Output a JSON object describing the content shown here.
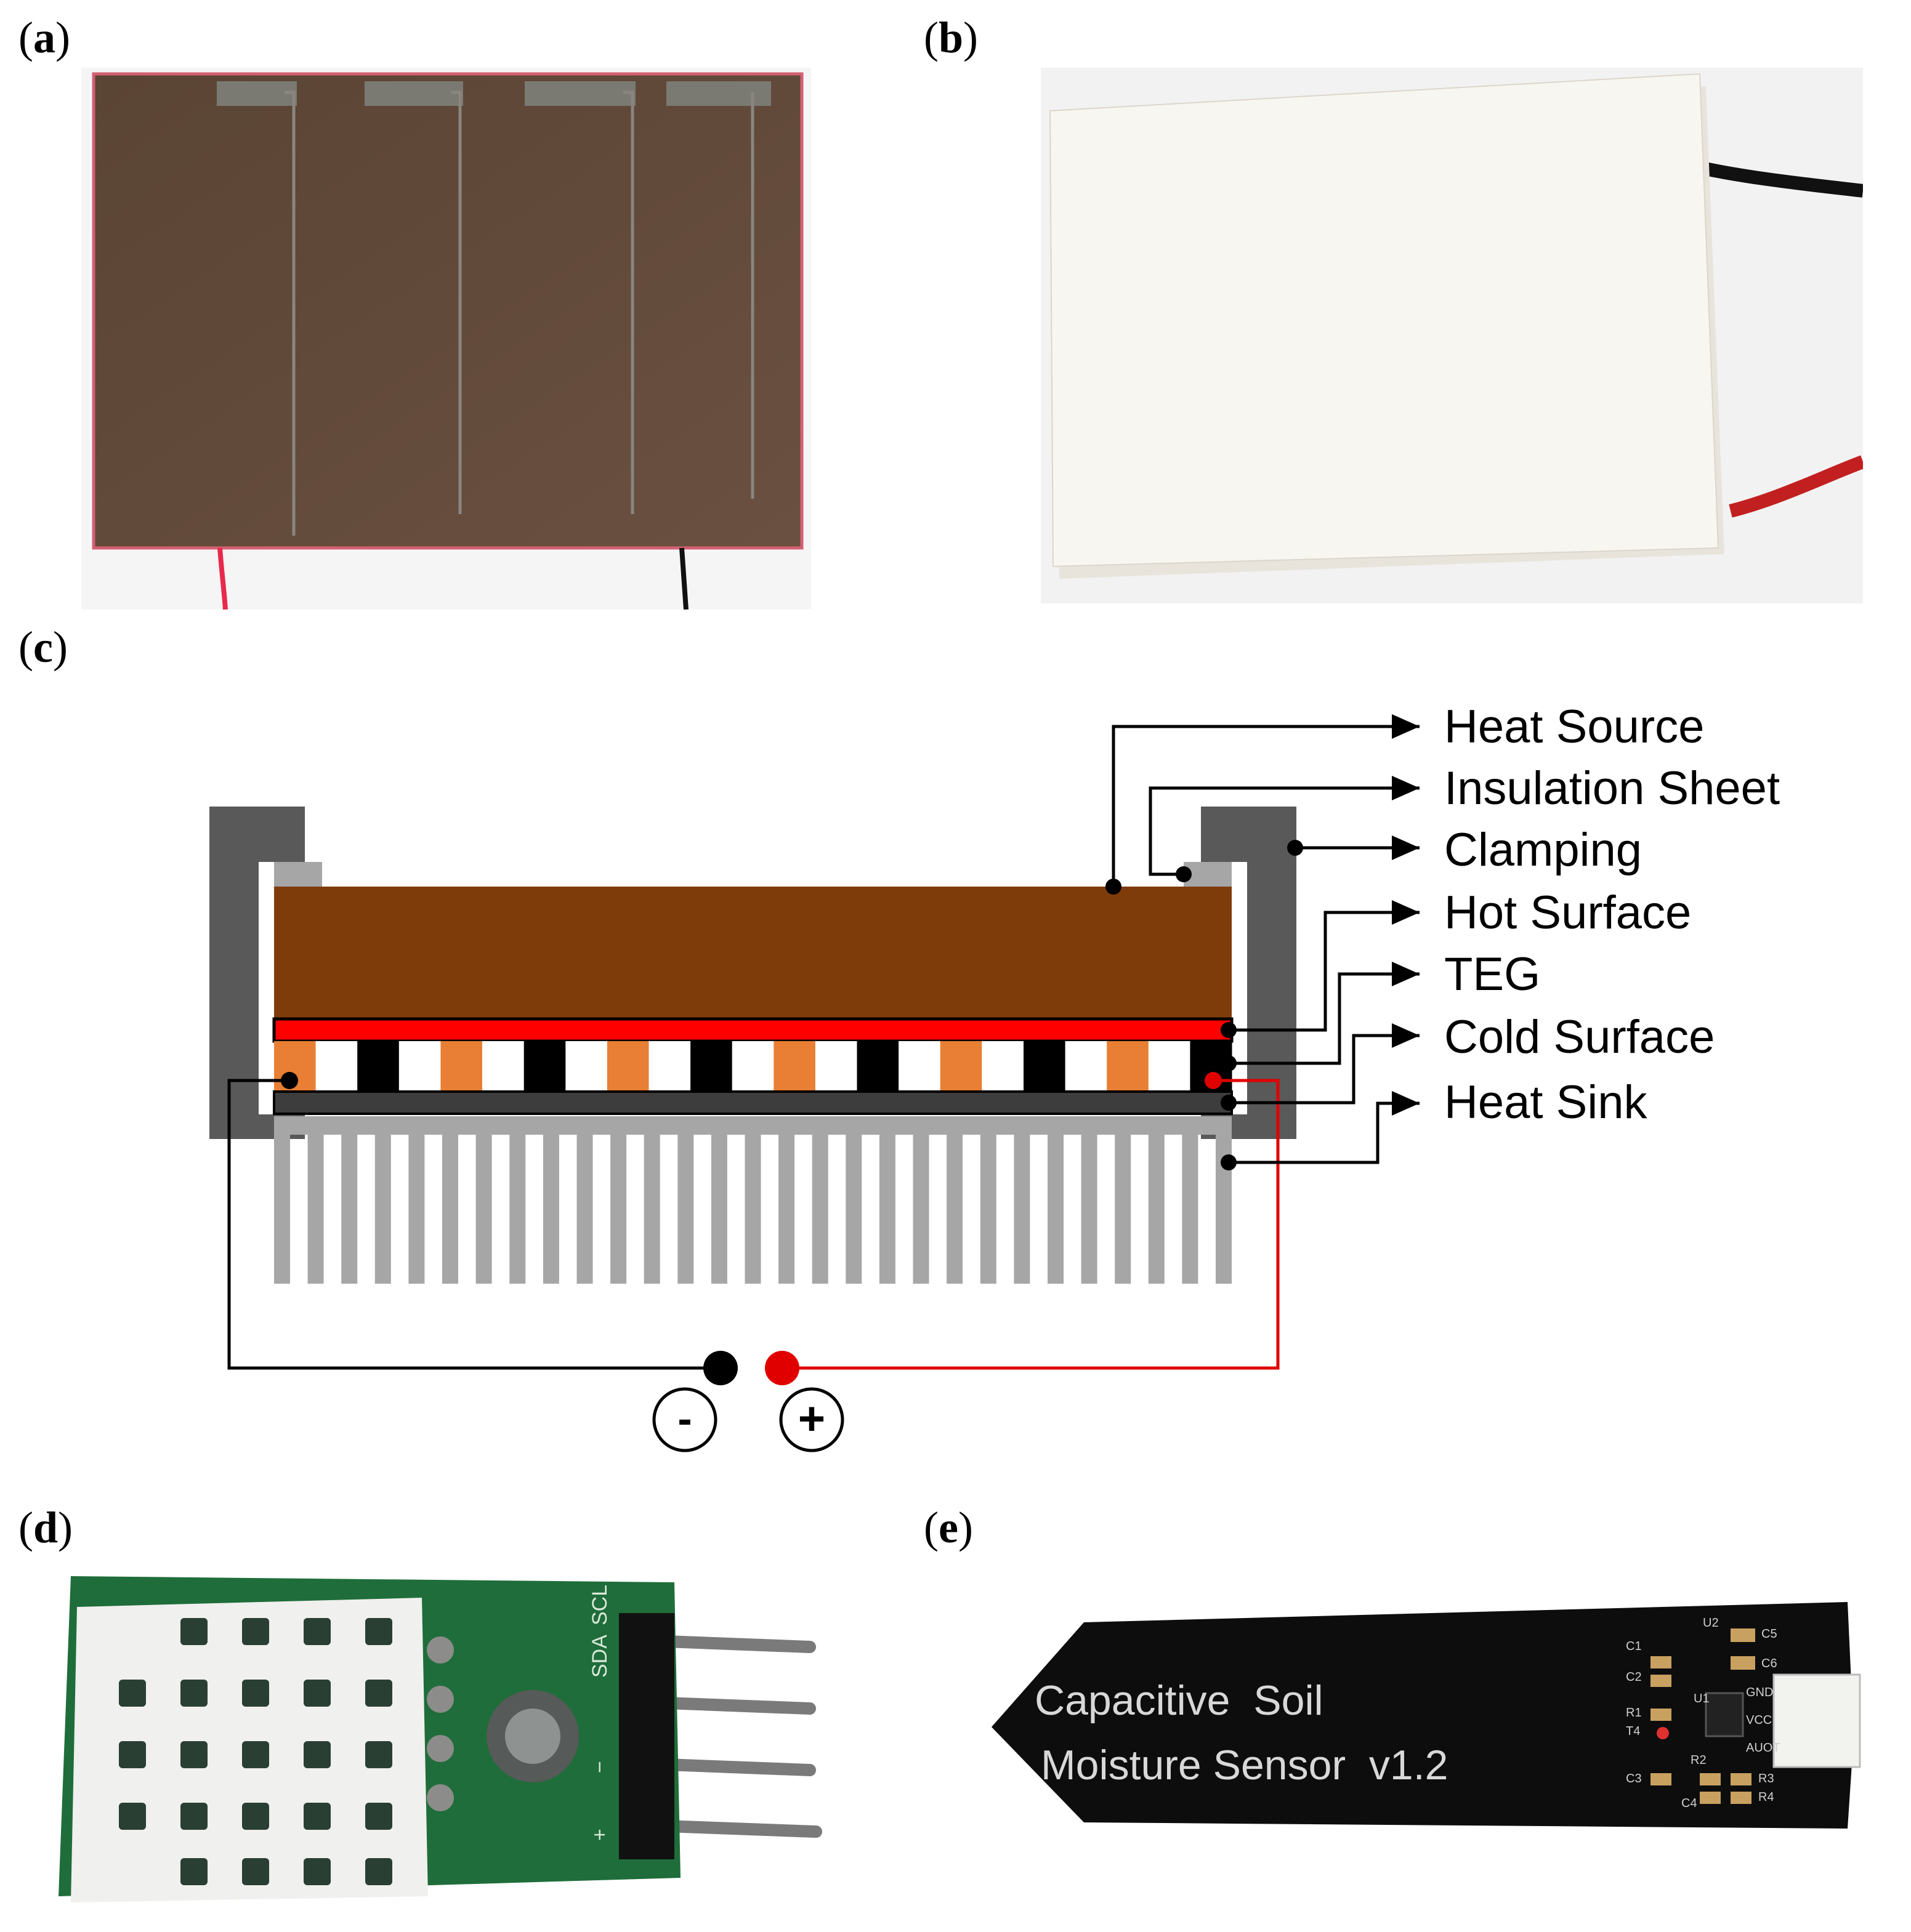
{
  "panels": {
    "a": "a",
    "b": "b",
    "c": "c",
    "d": "d",
    "e": "e"
  },
  "diagram_c": {
    "labels": {
      "heat_source": "Heat Source",
      "insulation_sheet": "Insulation Sheet",
      "clamping": "Clamping",
      "hot_surface": "Hot Surface",
      "teg": "TEG",
      "cold_surface": "Cold Surface",
      "heat_sink": "Heat Sink"
    },
    "terminals": {
      "negative": "-",
      "positive": "+"
    },
    "colors": {
      "heat_source": "#7f3c0b",
      "hot_surface": "#ff0000",
      "cold_surface": "#3d3d3d",
      "clamp": "#595959",
      "insulation": "#a6a6a6",
      "heat_sink": "#a6a6a6",
      "n_type": "#e87f34",
      "p_type": "#000000",
      "wire_negative": "#000000",
      "wire_positive": "#e00000"
    }
  },
  "panel_e": {
    "board_text_line1": "Capacitive  Soil",
    "board_text_line2": "Moisture Sensor  v1.2",
    "pins": [
      "GND",
      "VCC",
      "AUOT"
    ],
    "components": [
      "U2",
      "C5",
      "C6",
      "C1",
      "C2",
      "U1",
      "R1",
      "T4",
      "R2",
      "C3",
      "C4",
      "R3",
      "R4"
    ]
  },
  "panel_d": {
    "pin_labels": [
      "SDA",
      "SCL",
      "−",
      "+"
    ]
  }
}
